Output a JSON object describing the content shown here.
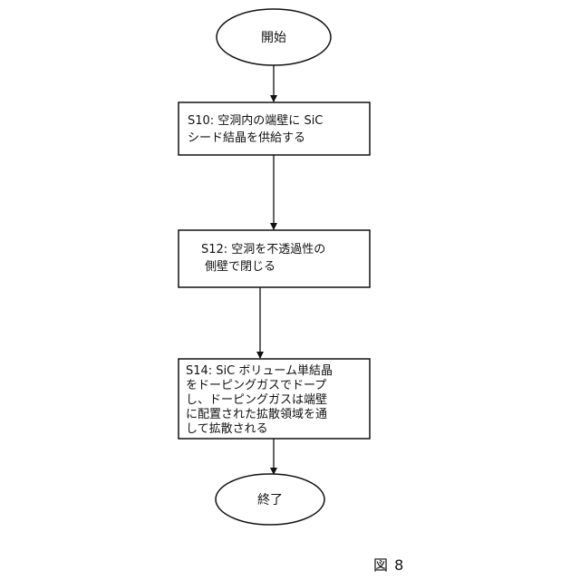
{
  "start": {
    "label": "開始"
  },
  "steps": [
    {
      "id": "s10",
      "lines": [
        "S10: 空洞内の端壁に SiC",
        "シード結晶を供給する"
      ]
    },
    {
      "id": "s12",
      "lines": [
        "S12: 空洞を不透過性の",
        "側壁で閉じる"
      ]
    },
    {
      "id": "s14",
      "lines": [
        "S14: SiC ボリューム単結晶",
        "をドーピングガスでドープ",
        "し、ドーピングガスは端壁",
        "に配置された拡散領域を通",
        "して拡散される"
      ]
    }
  ],
  "end": {
    "label": "終了"
  },
  "figure_label": "図 8",
  "colors": {
    "stroke": "#111111",
    "background": "#ffffff"
  }
}
